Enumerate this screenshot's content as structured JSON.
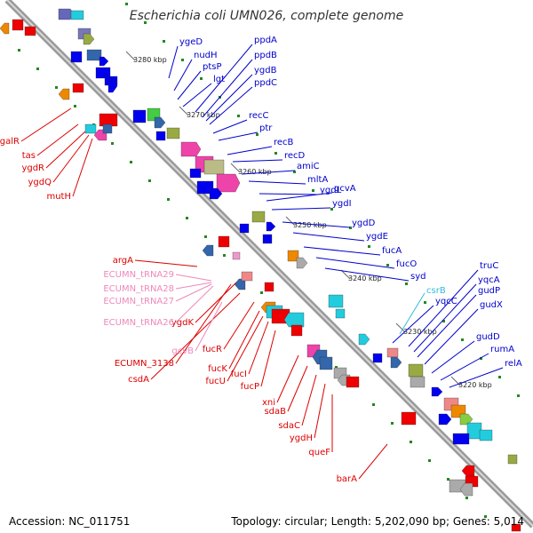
{
  "title": "Escherichia coli UMN026, complete genome",
  "footer": {
    "accession": "Accession: NC_011751",
    "summary": "Topology: circular; Length: 5,202,090 bp; Genes: 5,014"
  },
  "colors": {
    "backbone": "#8a8a8a",
    "forward_label": "#0000cc",
    "reverse_label": "#dd0000",
    "rna_label": "#ee88bb",
    "cyan_label": "#33bbdd",
    "tick": "#228822"
  },
  "kbp_marks": [
    {
      "text": "3280 kbp"
    },
    {
      "text": "3270 kbp"
    },
    {
      "text": "3260 kbp"
    },
    {
      "text": "3250 kbp"
    },
    {
      "text": "3240 kbp"
    },
    {
      "text": "3230 kbp"
    },
    {
      "text": "3220 kbp"
    }
  ],
  "forward_genes": [
    "ygeD",
    "nudH",
    "ptsP",
    "lgt",
    "ppdA",
    "ppdB",
    "ygdB",
    "ppdC",
    "recC",
    "ptr",
    "recB",
    "recD",
    "amiC",
    "mltA",
    "ygdL",
    "gcvA",
    "ygdI",
    "ygdD",
    "ygdE",
    "fucA",
    "fucO",
    "syd",
    "truC",
    "yqcA",
    "yqcC",
    "gudP",
    "gudX",
    "gudD",
    "rumA",
    "relA"
  ],
  "cyan_genes": [
    "csrB"
  ],
  "reverse_genes": [
    "galR",
    "tas",
    "ygdR",
    "ygdQ",
    "mutH",
    "argA",
    "ygdK",
    "fucR",
    "fucK",
    "fucU",
    "fucI",
    "fucP",
    "ECUMN_3138",
    "csdA",
    "xni",
    "sdaB",
    "sdaC",
    "ygdH",
    "queF",
    "barA"
  ],
  "rna_genes": [
    "ECUMN_tRNA29",
    "ECUMN_tRNA28",
    "ECUMN_tRNA27",
    "ECUMN_tRNA26",
    "gcvB"
  ]
}
